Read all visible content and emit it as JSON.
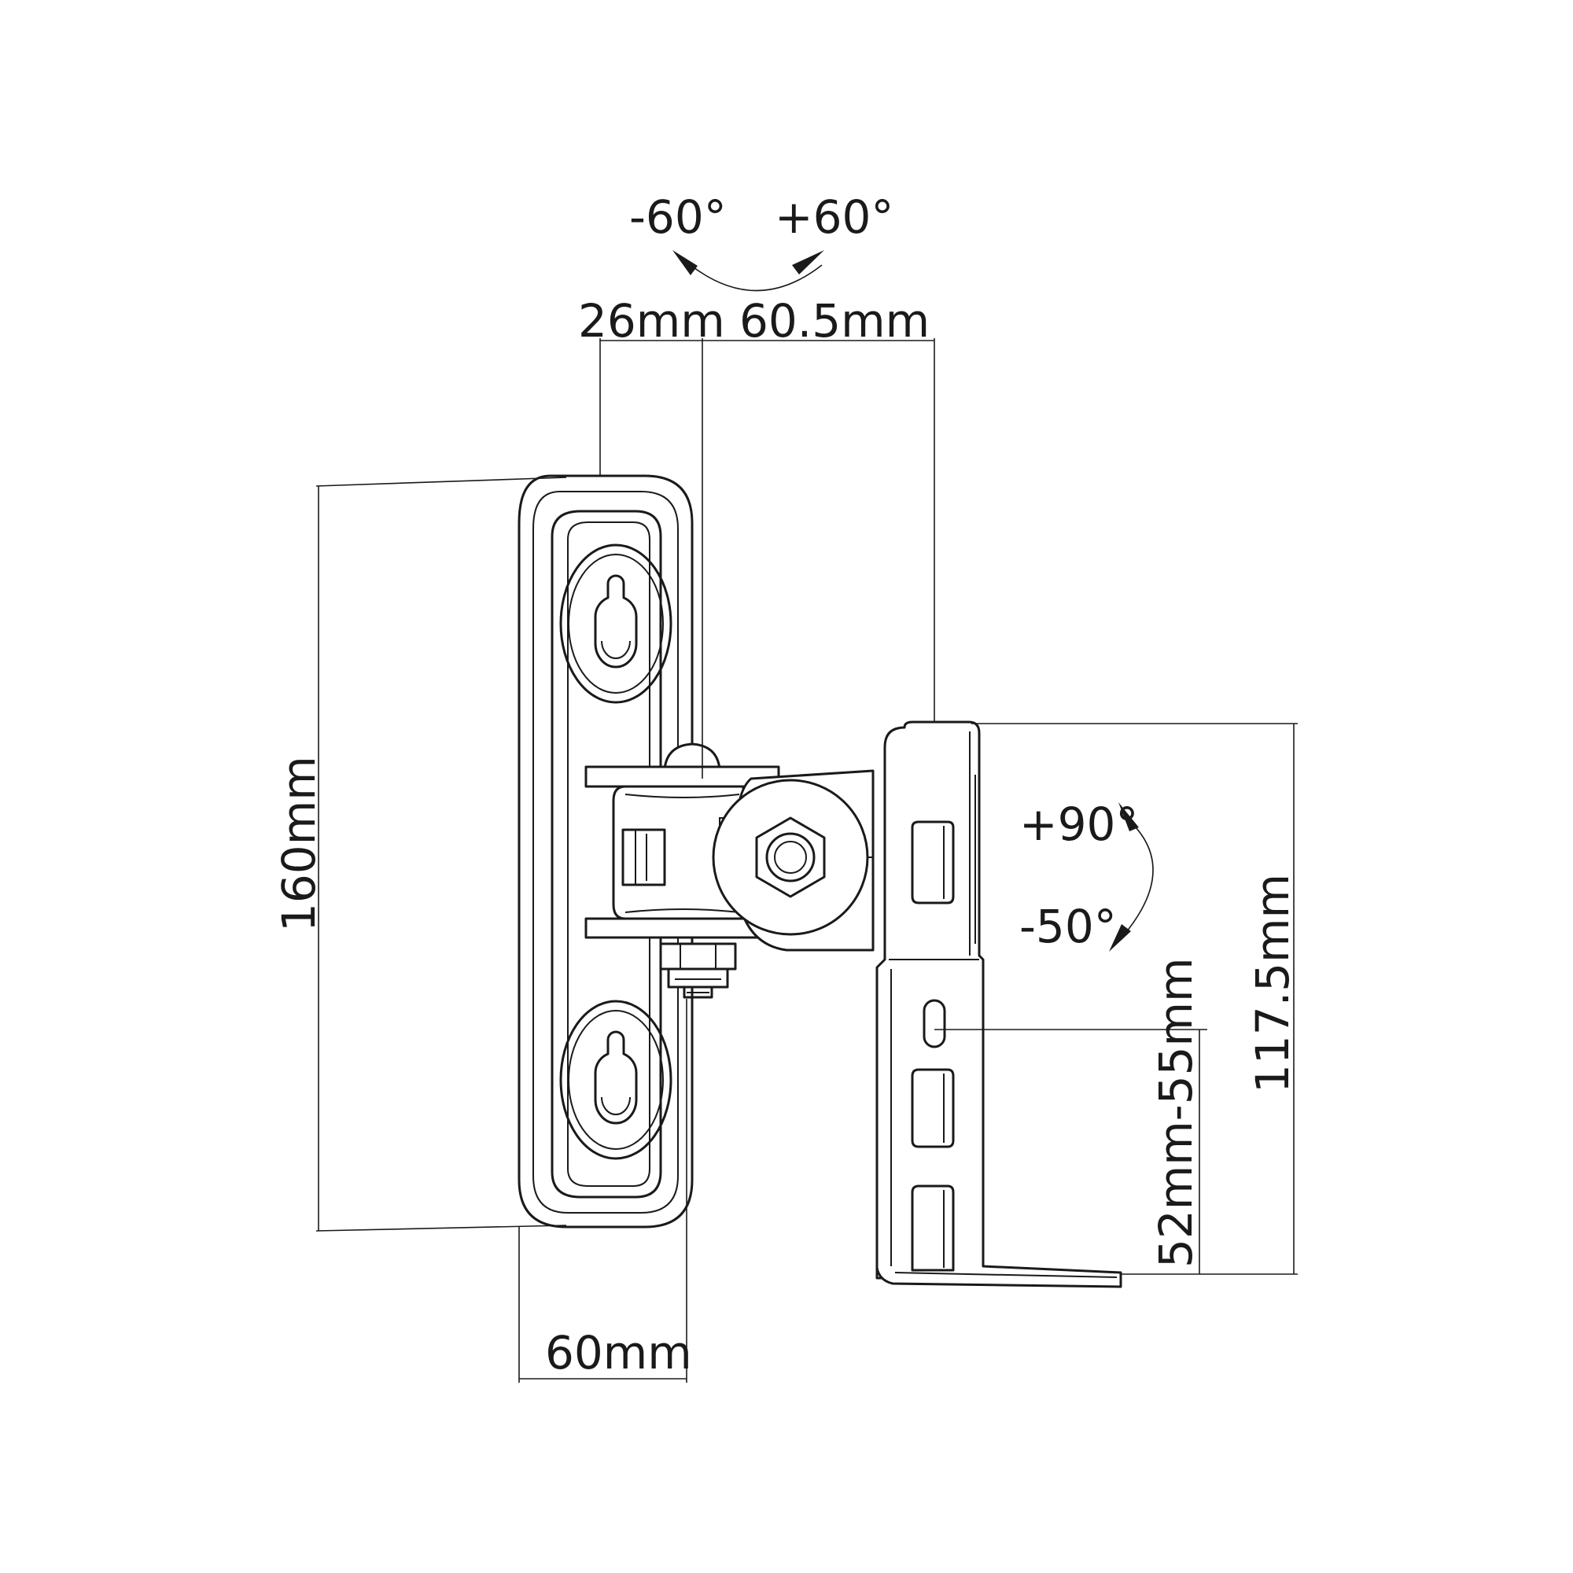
{
  "labels": {
    "swivel_neg": "-60°",
    "swivel_pos": "+60°",
    "offset_plate": "26mm",
    "offset_bracket": "60.5mm",
    "plate_height": "160mm",
    "plate_width": "60mm",
    "tilt_pos": "+90°",
    "tilt_neg": "-50°",
    "bracket_height": "117.5mm",
    "hole_range": "52mm-55mm"
  }
}
